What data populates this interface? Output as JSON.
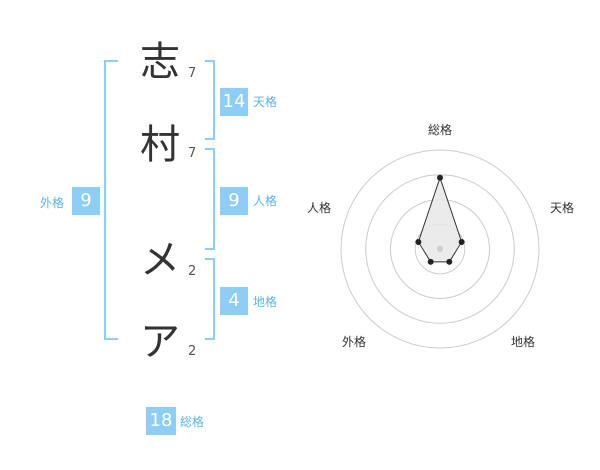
{
  "name": {
    "chars": [
      {
        "char": "志",
        "strokes": "7"
      },
      {
        "char": "村",
        "strokes": "7"
      },
      {
        "char": "メ",
        "strokes": "2"
      },
      {
        "char": "ア",
        "strokes": "2"
      }
    ]
  },
  "fortune": {
    "tenkaku": {
      "value": "14",
      "label": "天格"
    },
    "jinkaku": {
      "value": "9",
      "label": "人格"
    },
    "chikaku": {
      "value": "4",
      "label": "地格"
    },
    "gaikaku": {
      "value": "9",
      "label": "外格"
    },
    "soukaku": {
      "value": "18",
      "label": "総格"
    }
  },
  "colors": {
    "accent": "#8ecdf5",
    "label": "#5ab4e8",
    "text": "#333333"
  },
  "chart_data": {
    "type": "radar",
    "axes": [
      "総格",
      "天格",
      "地格",
      "外格",
      "人格"
    ],
    "values": [
      0.72,
      0.23,
      0.16,
      0.16,
      0.23
    ],
    "rings": 4
  }
}
